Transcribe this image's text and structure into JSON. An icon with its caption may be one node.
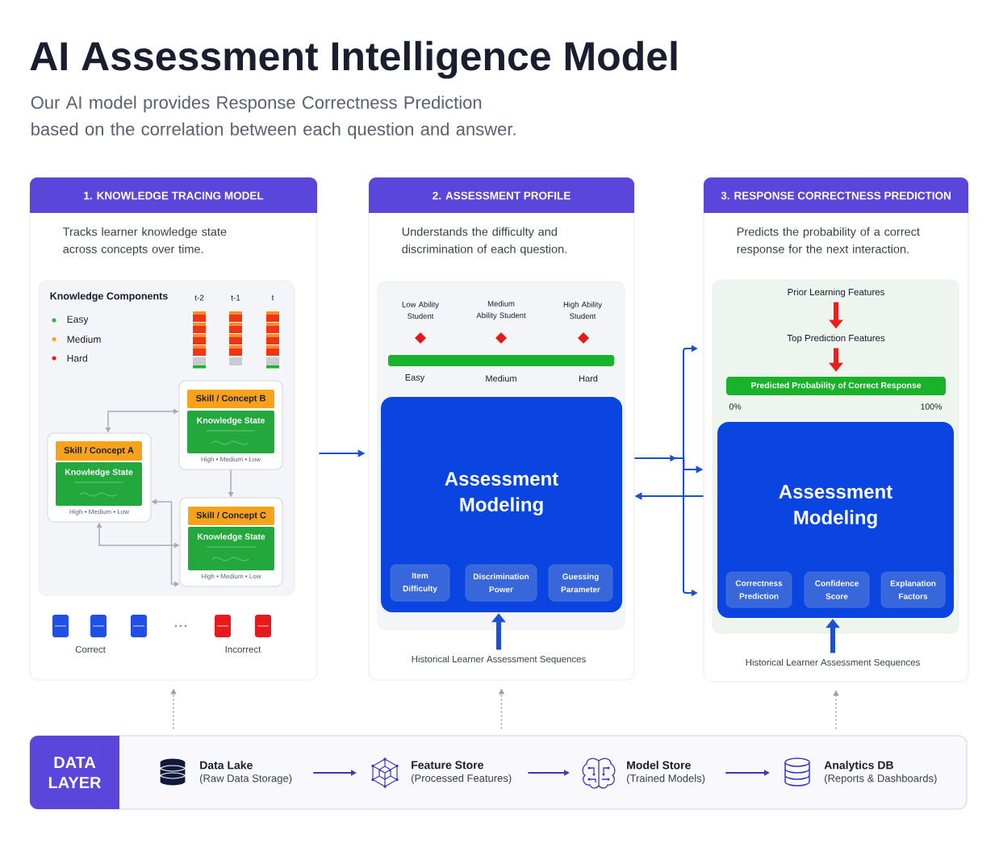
{
  "diagram": {
    "title": "AI Assessment Intelligence Model",
    "nodes": [
      {
        "text": [
          "1. KNOWLEDGE TRACING MODEL",
          "Tracks learner knowledge state across concepts over time."
        ]
      },
      {
        "text": [
          "Knowledge Components"
        ],
        "in": 0
      },
      {
        "text": [
          "High • Medium • Low"
        ],
        "in": 1
      },
      {
        "text": [
          "Skill / Concept A"
        ],
        "in": 2
      },
      {
        "text": [
          "Knowledge State"
        ],
        "in": 2
      },
      {
        "text": [
          "High • Medium • Low"
        ],
        "in": 1
      },
      {
        "text": [
          "Skill / Concept B"
        ],
        "in": 5
      },
      {
        "text": [
          "Knowledge State"
        ],
        "in": 5
      },
      {
        "text": [
          "High • Medium • Low"
        ],
        "in": 1
      },
      {
        "text": [
          "Skill / Concept C"
        ],
        "in": 8
      },
      {
        "text": [
          "Knowledge State"
        ],
        "in": 8
      },
      {
        "text": [
          "2. ASSESSMENT PROFILE",
          "Understands the difficulty and discrimination of each question."
        ]
      },
      {
        "text": [
          "Low Ability Student",
          "Medium Ability Student",
          "High Ability Student",
          "Easy",
          "Medium",
          "Hard"
        ],
        "in": 11
      },
      {
        "text": [
          "Assessment Modeling"
        ],
        "in": 12
      },
      {
        "text": [
          "Item Difficulty"
        ],
        "in": 13
      },
      {
        "text": [
          "Discrimination Power"
        ],
        "in": 13
      },
      {
        "text": [
          "Guessing Parameter"
        ],
        "in": 13
      },
      {
        "text": [
          "Historical Learner Assessment Sequences"
        ],
        "in": 11
      },
      {
        "text": [
          "3. RESPONSE CORRECTNESS PREDICTION",
          "Predicts the probability of a correct response for the next interaction."
        ]
      },
      {
        "text": [],
        "shape": "box",
        "in": 18
      },
      {
        "text": [
          "Prior Learning Features"
        ],
        "in": 19
      },
      {
        "text": [
          "Top Prediction Features"
        ],
        "in": 19
      },
      {
        "text": [
          "Predicted Probability of Correct Response"
        ],
        "in": 19
      },
      {
        "text": [
          "Assessment Modeling"
        ],
        "in": 19
      },
      {
        "text": [
          "Correctness Prediction"
        ],
        "in": 23
      },
      {
        "text": [
          "Confidence Score"
        ],
        "in": 23
      },
      {
        "text": [
          "Explanation Factors"
        ],
        "in": 23
      },
      {
        "text": [
          "Historical Learner Assessment Sequences"
        ],
        "in": 18
      },
      {
        "text": [
          "DATA LAYER"
        ]
      },
      {
        "text": [
          "Data Lake",
          "(Raw Data Storage)"
        ],
        "in": 28
      },
      {
        "text": [
          "Feature Store",
          "(Processed Features)"
        ],
        "in": 28
      },
      {
        "text": [
          "Model Store",
          "(Trained Models)"
        ],
        "in": 28
      },
      {
        "text": [
          "Analytics DB",
          "(Reports & Dashboards)"
        ],
        "in": 28
      }
    ],
    "edges": [
      {
        "from": 2,
        "to": 5,
        "arrow": "both",
        "color": "#a7abb4"
      },
      {
        "from": 5,
        "to": 8,
        "arrow": "to",
        "color": "#a7abb4"
      },
      {
        "from": 8,
        "to": 2,
        "arrow": "both",
        "color": "#a7abb4"
      },
      {
        "from": 2,
        "to": 8,
        "arrow": "both",
        "color": "#a7abb4"
      },
      {
        "from": 0,
        "to": 11,
        "arrow": "to"
      },
      {
        "from": 11,
        "to": 18,
        "arrow": "to"
      },
      {
        "from": 18,
        "to": 11,
        "arrow": "to"
      },
      {
        "from": 17,
        "to": 13,
        "arrow": "to",
        "style": "thick"
      },
      {
        "from": 20,
        "to": 21,
        "arrow": "to",
        "style": "thick",
        "color": "#ee1c1c"
      },
      {
        "from": 21,
        "to": 22,
        "arrow": "to",
        "style": "thick",
        "color": "#ee1c1c"
      },
      {
        "from": 27,
        "to": 23,
        "arrow": "to",
        "style": "thick"
      },
      {
        "from": 29,
        "to": 30,
        "arrow": "to",
        "color": "#3a39b5"
      },
      {
        "from": 30,
        "to": 31,
        "arrow": "to",
        "color": "#3a39b5"
      },
      {
        "from": 31,
        "to": 32,
        "arrow": "to",
        "color": "#3a39b5"
      },
      {
        "from": 28,
        "to": 0,
        "arrow": "to",
        "style": "dashed",
        "color": "#9da1aa"
      },
      {
        "from": 28,
        "to": 11,
        "arrow": "to",
        "style": "dashed",
        "color": "#9da1aa"
      },
      {
        "from": 28,
        "to": 18,
        "arrow": "to",
        "style": "dashed",
        "color": "#9da1aa"
      }
    ],
    "labels": [
      "Our AI model provides Response Correctness Prediction based on the correlation between each question and answer.",
      "t-2",
      "t-1",
      "t",
      "Correct",
      "Incorrect",
      "0%",
      "100%"
    ],
    "legend": [
      {
        "text": "Easy",
        "color": "#2db83d"
      },
      {
        "text": "Medium",
        "color": "#f7a21b"
      },
      {
        "text": "Hard",
        "color": "#e8191b"
      }
    ]
  }
}
